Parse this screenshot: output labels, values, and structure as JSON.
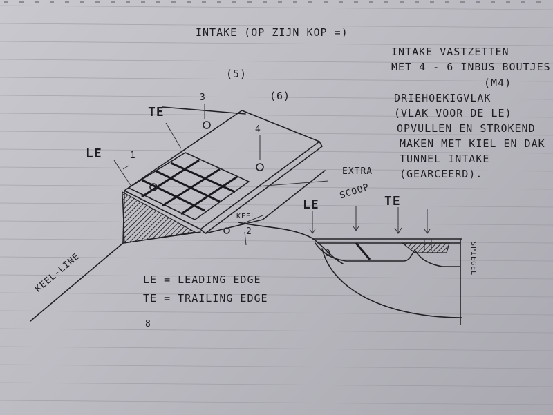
{
  "title": "INTAKE (OP ZIJN KOP =)",
  "notes": {
    "line1": "INTAKE VASTZETTEN",
    "line2": "MET 4 - 6 INBUS BOUTJES",
    "line3": "(M4)",
    "line4": "DRIEHOEKIGVLAK",
    "line5": "(VLAK VOOR DE LE)",
    "line6": "OPVULLEN EN STROKEND",
    "line7": "MAKEN MET KIEL EN DAK",
    "line8": "TUNNEL INTAKE",
    "line9": "(GEARCEERD)."
  },
  "labels": {
    "le_iso": "LE",
    "te_iso": "TE",
    "num1": "1",
    "num2": "2",
    "num3": "3",
    "num4": "4",
    "num5": "(5)",
    "num6": "(6)",
    "extra_scoop_1": "EXTRA",
    "extra_scoop_2": "SCOOP",
    "keel_small": "KEEL",
    "keel_line": "KEEL-LINE",
    "le_side": "LE",
    "te_side": "TE",
    "spiegel": "SPIEGEL",
    "hole_o": "0"
  },
  "legend": {
    "le": "LE = LEADING EDGE",
    "te": "TE = TRAILING EDGE"
  },
  "page_mark": "8"
}
